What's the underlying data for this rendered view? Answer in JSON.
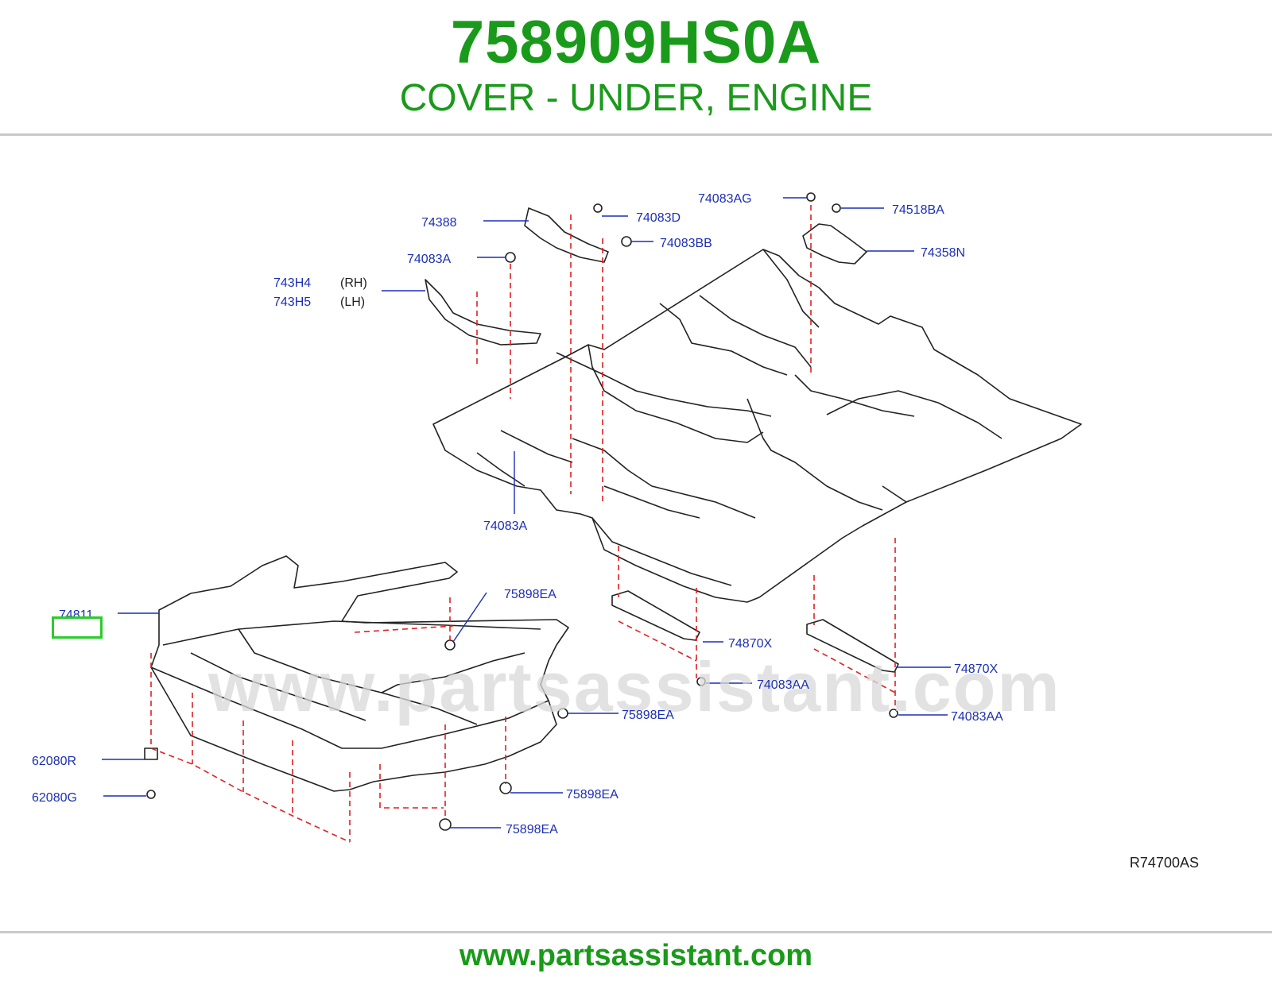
{
  "header": {
    "part_number": "758909HS0A",
    "description": "COVER - UNDER, ENGINE"
  },
  "watermark": "www.partsassistant.com",
  "reference_code": "R74700AS",
  "footer": {
    "url": "www.partsassistant.com"
  },
  "colors": {
    "brand_green": "#1a9a1a",
    "callout_blue": "#1c2fb8",
    "dashed_red": "#e02020",
    "highlight_green": "#2bcc2b"
  },
  "callouts": [
    {
      "id": "74388",
      "label": "74388"
    },
    {
      "id": "74083D",
      "label": "74083D"
    },
    {
      "id": "74083BB",
      "label": "74083BB"
    },
    {
      "id": "74083AG",
      "label": "74083AG"
    },
    {
      "id": "74518BA",
      "label": "74518BA"
    },
    {
      "id": "74358N",
      "label": "74358N"
    },
    {
      "id": "74083A_top",
      "label": "74083A"
    },
    {
      "id": "743H4",
      "label": "743H4",
      "side": "(RH)"
    },
    {
      "id": "743H5",
      "label": "743H5",
      "side": "(LH)"
    },
    {
      "id": "74083A_mid",
      "label": "74083A"
    },
    {
      "id": "74811",
      "label": "74811",
      "highlighted": true
    },
    {
      "id": "75898EA_1",
      "label": "75898EA"
    },
    {
      "id": "75898EA_2",
      "label": "75898EA"
    },
    {
      "id": "75898EA_3",
      "label": "75898EA"
    },
    {
      "id": "75898EA_4",
      "label": "75898EA"
    },
    {
      "id": "74870X_1",
      "label": "74870X"
    },
    {
      "id": "74083AA_1",
      "label": "74083AA"
    },
    {
      "id": "74870X_2",
      "label": "74870X"
    },
    {
      "id": "74083AA_2",
      "label": "74083AA"
    },
    {
      "id": "62080R",
      "label": "62080R"
    },
    {
      "id": "62080G",
      "label": "62080G"
    }
  ]
}
